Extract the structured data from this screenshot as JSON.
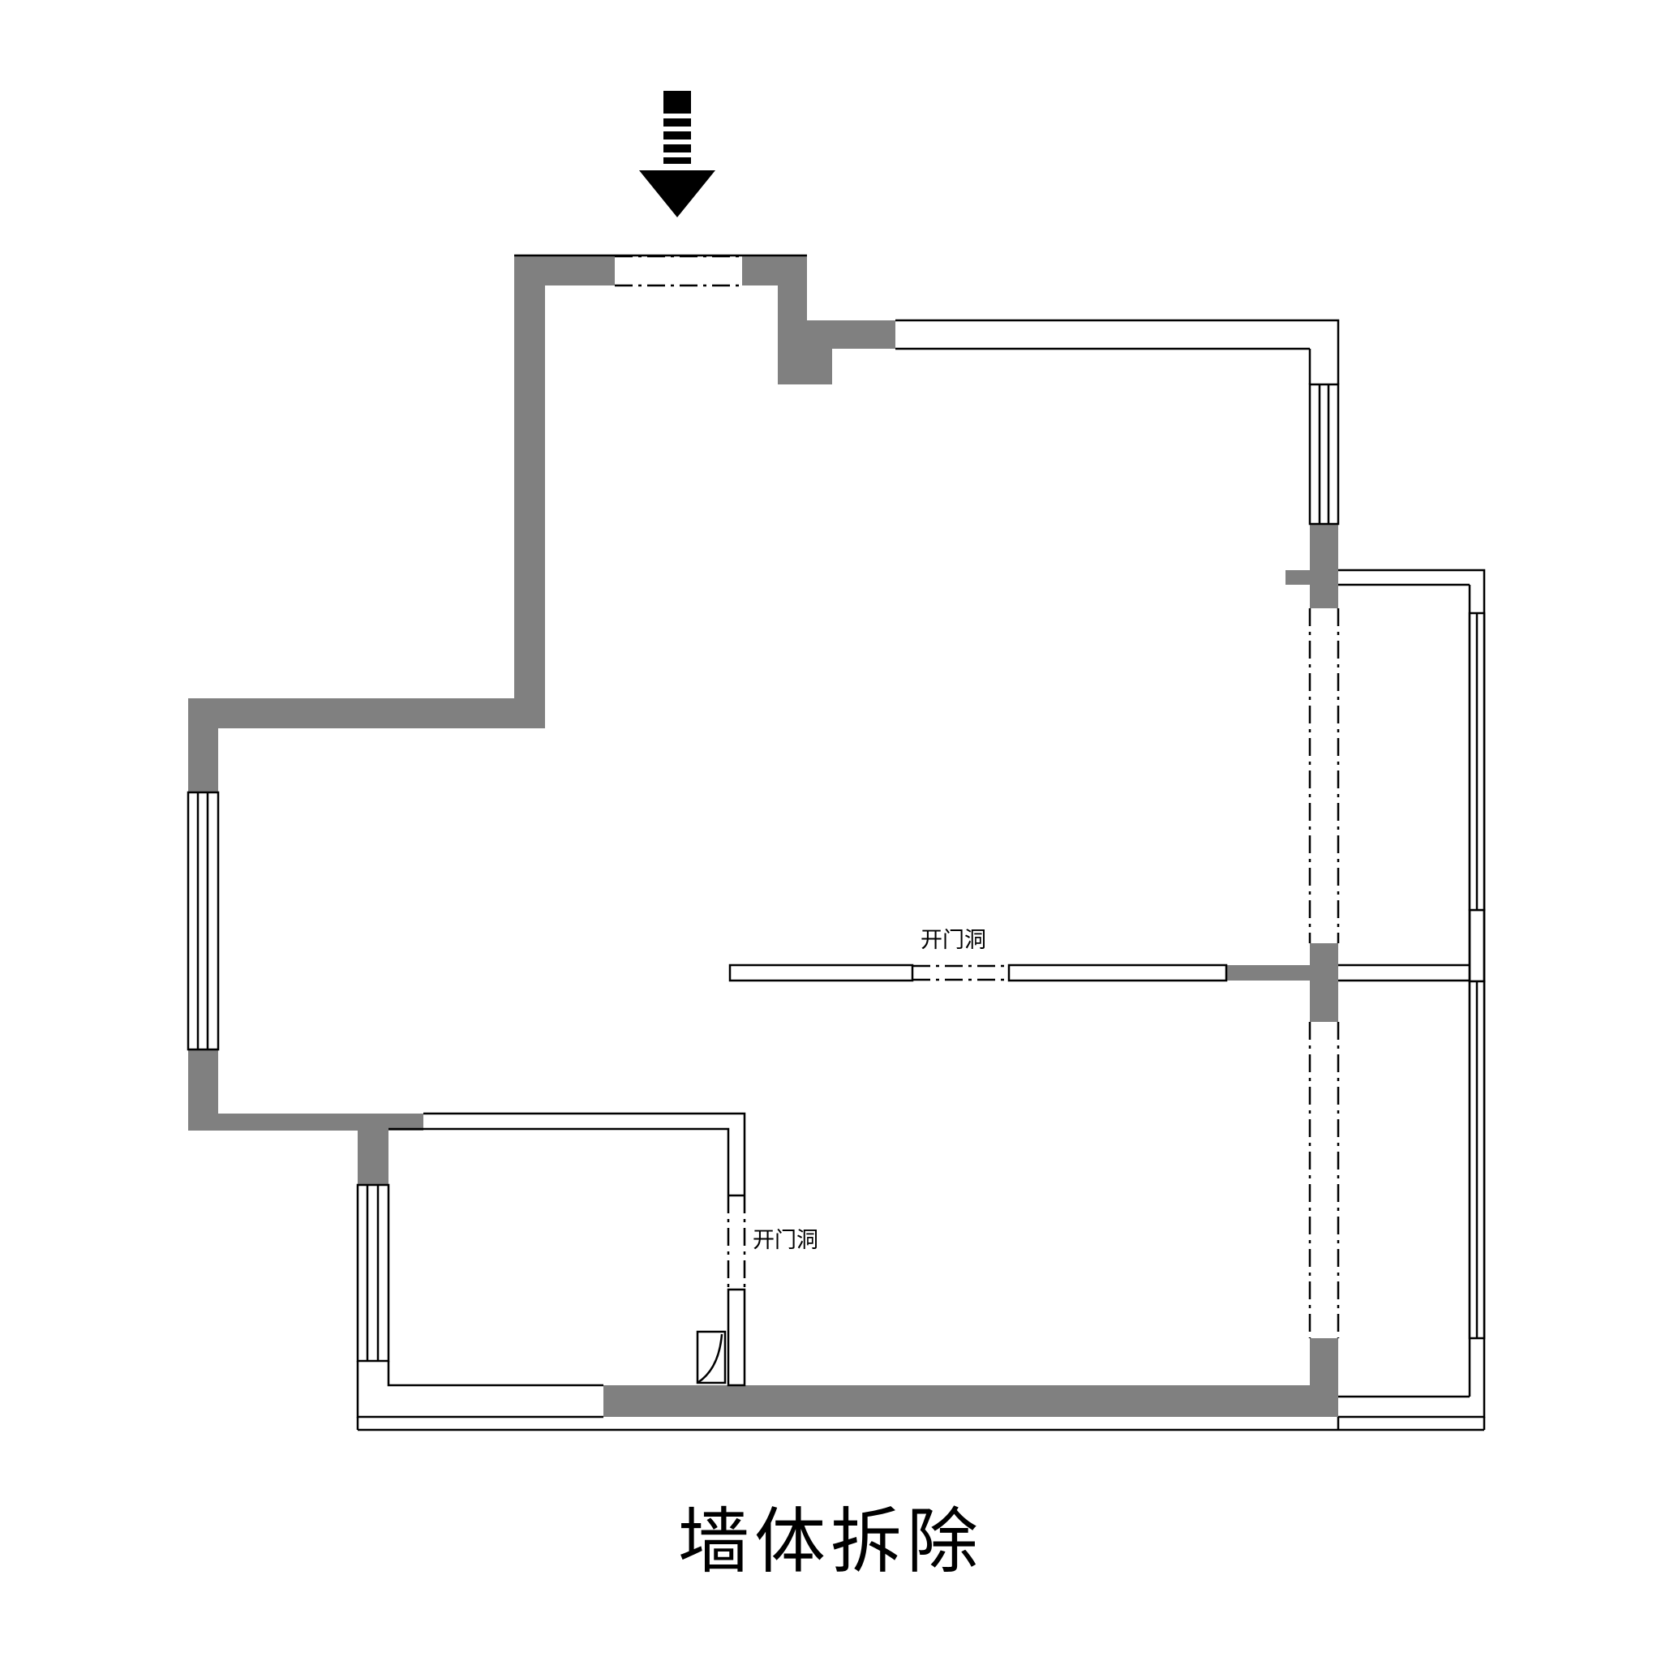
{
  "title": "墙体拆除",
  "labels": {
    "opening_living": "开门洞",
    "opening_bedroom": "开门洞"
  },
  "colors": {
    "wall": "#808080",
    "line": "#000000",
    "background": "#ffffff"
  },
  "icons": {
    "entrance": "entrance-arrow-icon"
  }
}
